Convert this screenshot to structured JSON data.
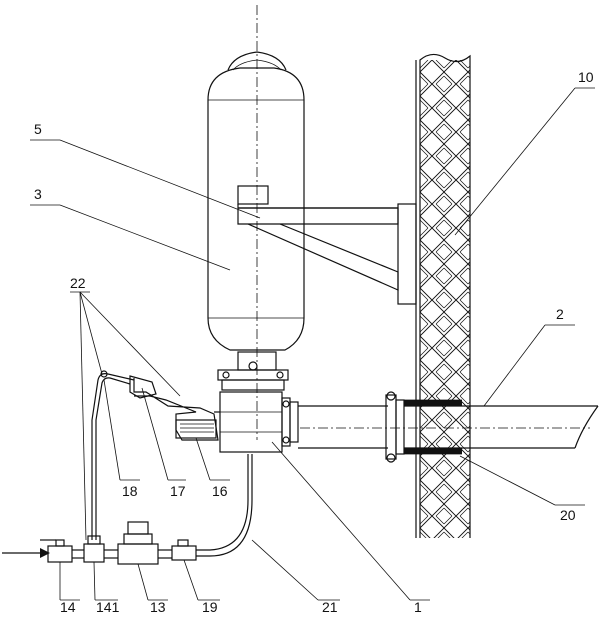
{
  "labels": {
    "l1": "1",
    "l2": "2",
    "l3": "3",
    "l5": "5",
    "l10": "10",
    "l13": "13",
    "l14": "14",
    "l141": "141",
    "l16": "16",
    "l17": "17",
    "l18": "18",
    "l19": "19",
    "l20": "20",
    "l21": "21",
    "l22": "22"
  }
}
